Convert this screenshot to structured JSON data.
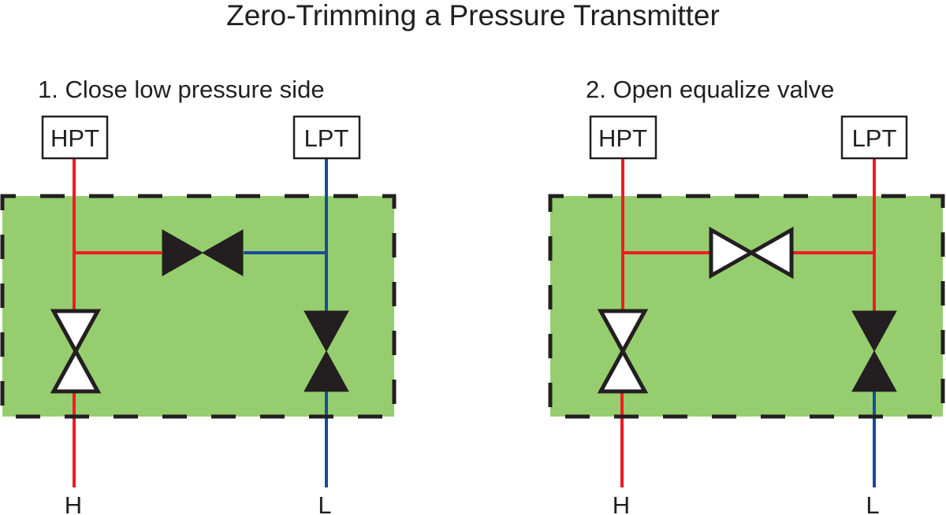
{
  "title": "Zero-Trimming a Pressure Transmitter",
  "colors": {
    "high_pressure": "#ee1c25",
    "low_pressure": "#1a4b9a",
    "manifold_fill": "#96ce6f",
    "valve_closed": "#231f20",
    "valve_open": "#ffffff",
    "outline": "#231f20"
  },
  "panels": [
    {
      "step_label": "1. Close low pressure side",
      "left_tag": "HPT",
      "right_tag": "LPT",
      "left_end": "H",
      "right_end": "L",
      "left_upper_line": "high",
      "right_upper_line": "low",
      "equalize_left_line": "high",
      "equalize_right_line": "low",
      "left_lower_line": "high",
      "right_lower_line": "low",
      "valves": {
        "high_block": "open",
        "equalize": "closed",
        "low_block": "closed"
      }
    },
    {
      "step_label": "2. Open equalize valve",
      "left_tag": "HPT",
      "right_tag": "LPT",
      "left_end": "H",
      "right_end": "L",
      "left_upper_line": "high",
      "right_upper_line": "high",
      "equalize_left_line": "high",
      "equalize_right_line": "high",
      "left_lower_line": "high",
      "right_lower_line": "low",
      "valves": {
        "high_block": "open",
        "equalize": "open",
        "low_block": "closed"
      }
    }
  ]
}
